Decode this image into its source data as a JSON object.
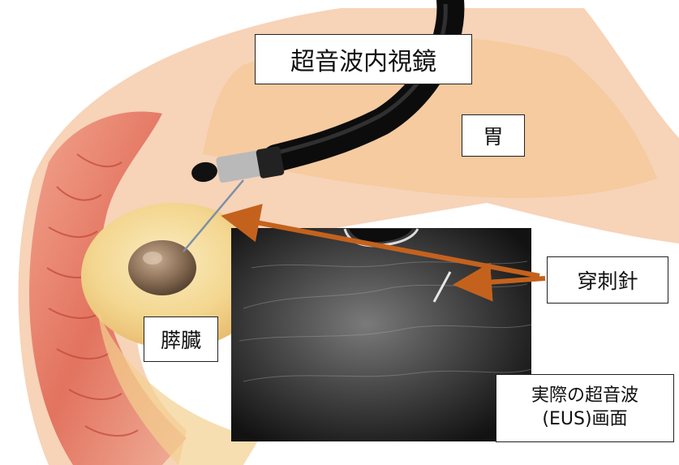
{
  "labels": {
    "endoscope": "超音波内視鏡",
    "stomach": "胃",
    "pancreas": "膵臓",
    "needle": "穿刺針",
    "eus_line1": "実際の超音波",
    "eus_line2": "(EUS)画面"
  },
  "colors": {
    "arrow": "#c4621d",
    "stomach_wall": "#e77a67",
    "fat": "#f5dc9a",
    "endoscope": "#1a1a1a"
  }
}
